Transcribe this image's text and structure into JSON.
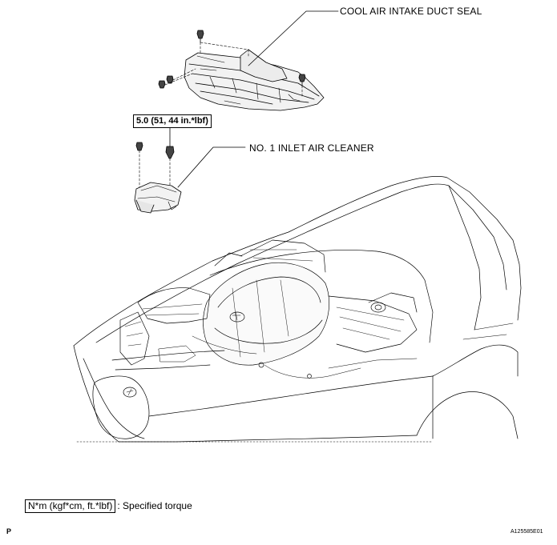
{
  "callouts": {
    "cool_air_intake_duct_seal": "COOL AIR INTAKE DUCT SEAL",
    "no1_inlet_air_cleaner": "NO. 1 INLET AIR CLEANER"
  },
  "torque": {
    "value": "5.0 (51, 44 in.*lbf)"
  },
  "legend": {
    "unit_box": "N*m (kgf*cm, ft.*lbf)",
    "text": ": Specified torque"
  },
  "footer": {
    "page_code": "P",
    "figure_id": "A125585E01"
  }
}
